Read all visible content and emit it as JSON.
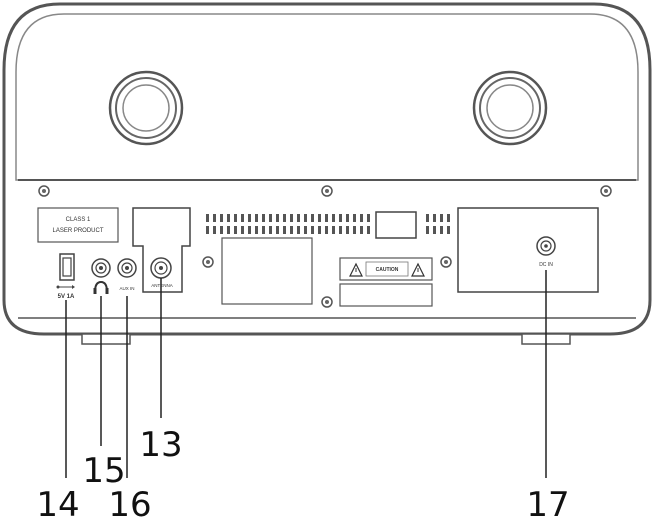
{
  "colors": {
    "line": "#4a4a4a",
    "fill": "#ffffff",
    "text": "#111111",
    "hatch": "#777777"
  },
  "labels": {
    "class1_line1": "CLASS 1",
    "class1_line2": "LASER PRODUCT",
    "usb_label": "5V 1A",
    "caution_label": "CAUTION",
    "dc_in_label": "DC IN",
    "antenna_label": "ANTENNA",
    "aux_label": "AUX IN"
  },
  "callouts": {
    "c13": "13",
    "c14": "14",
    "c15": "15",
    "c16": "16",
    "c17": "17"
  },
  "icons": {
    "headphones": "headphones-icon",
    "usb": "usb-icon",
    "warning": "warning-triangle-icon"
  }
}
